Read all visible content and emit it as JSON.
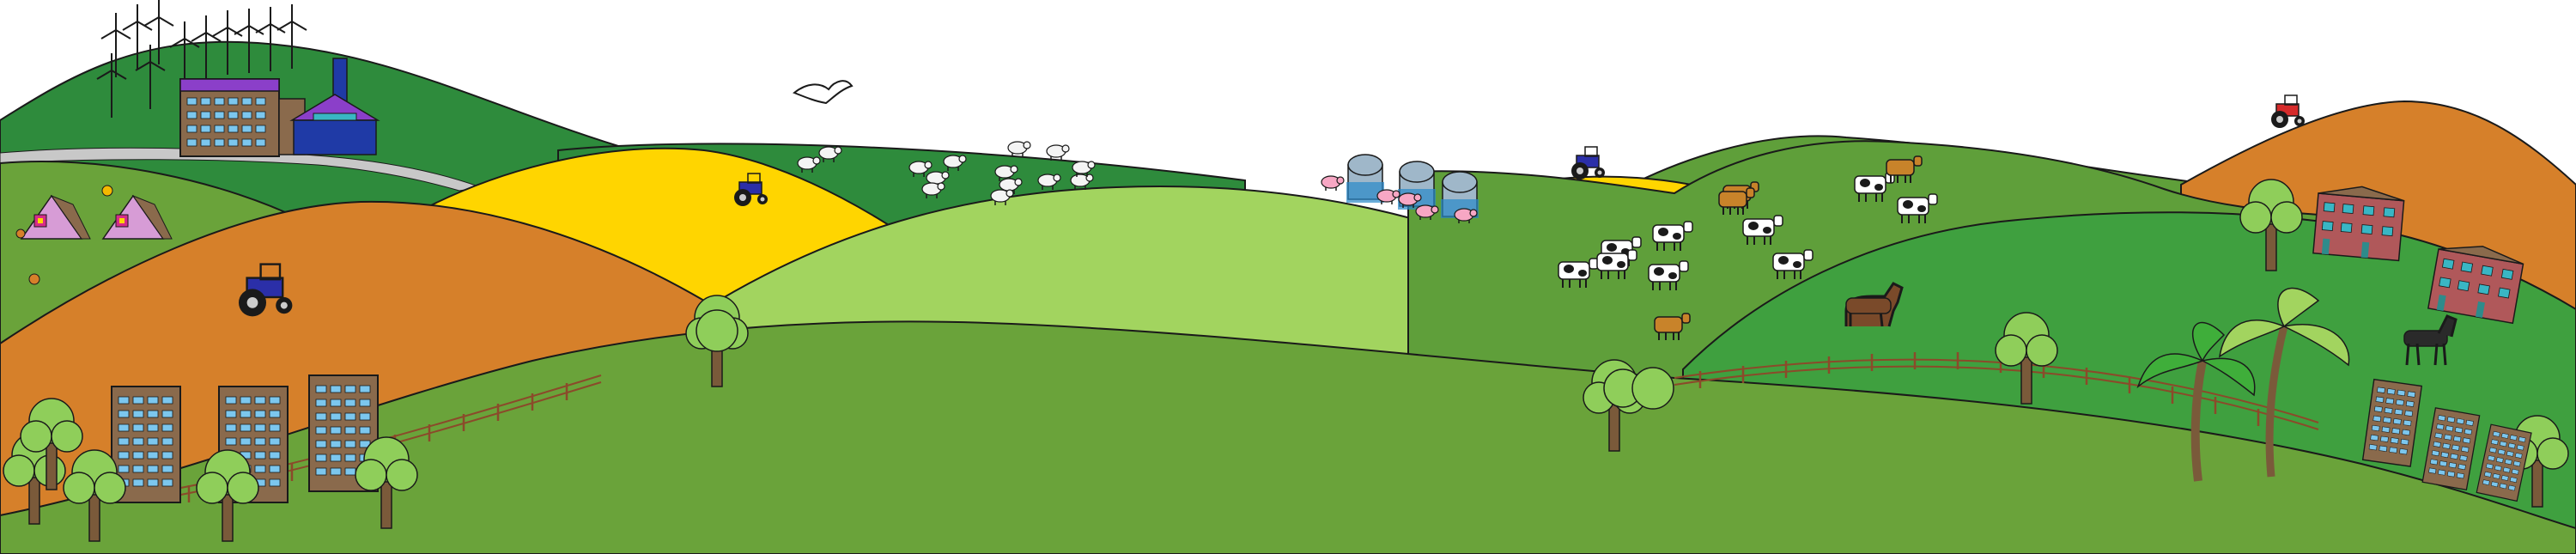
{
  "scene": {
    "kind": "illustration",
    "subject": "rural-landscape",
    "colors": {
      "sky": "#ffffff",
      "outline": "#1a1a1a",
      "hill_dark": "#2e8b3c",
      "hill_mid": "#5f9f3a",
      "hill_front": "#6aa33a",
      "hill_light": "#a2d45f",
      "field_orange": "#d6802a",
      "field_yellow": "#ffd500",
      "road": "#c8c8c8",
      "building_brown": "#8a6a4c",
      "window_blue": "#7cc7ee",
      "factory_purple": "#8b3fc9",
      "factory_blue": "#1f3aa6",
      "tractor_blue": "#2b2fa8",
      "tractor_red": "#d62b2b",
      "tree_green": "#8fce5a",
      "tree_dark": "#3fae3a",
      "trunk": "#7a5a3a",
      "fence": "#8b4a2a",
      "sheep": "#f4f4f4",
      "pig": "#f7a7c4",
      "cow_white": "#ffffff",
      "cow_brown": "#c8832a",
      "horse_brown": "#7a4a2a",
      "horse_dark": "#2a2a2a",
      "silo": "#9fb7c9",
      "barn_pink": "#d79cd6"
    },
    "elements": [
      {
        "name": "wind-turbines",
        "count": 11
      },
      {
        "name": "factory"
      },
      {
        "name": "farm-barns",
        "count": 2
      },
      {
        "name": "chickens",
        "count": 3
      },
      {
        "name": "apartment-buildings",
        "count": 3
      },
      {
        "name": "sheep-flock",
        "count": 14
      },
      {
        "name": "flying-bird"
      },
      {
        "name": "silos",
        "count": 3
      },
      {
        "name": "pigs",
        "count": 5
      },
      {
        "name": "dairy-cows",
        "count": 9
      },
      {
        "name": "brown-cattle",
        "count": 4
      },
      {
        "name": "horses",
        "count": 2
      },
      {
        "name": "tractors",
        "count": 4
      },
      {
        "name": "terraced-houses",
        "count": 2
      },
      {
        "name": "palm-trees",
        "count": 2
      },
      {
        "name": "wooden-fences",
        "count": 2
      }
    ]
  }
}
